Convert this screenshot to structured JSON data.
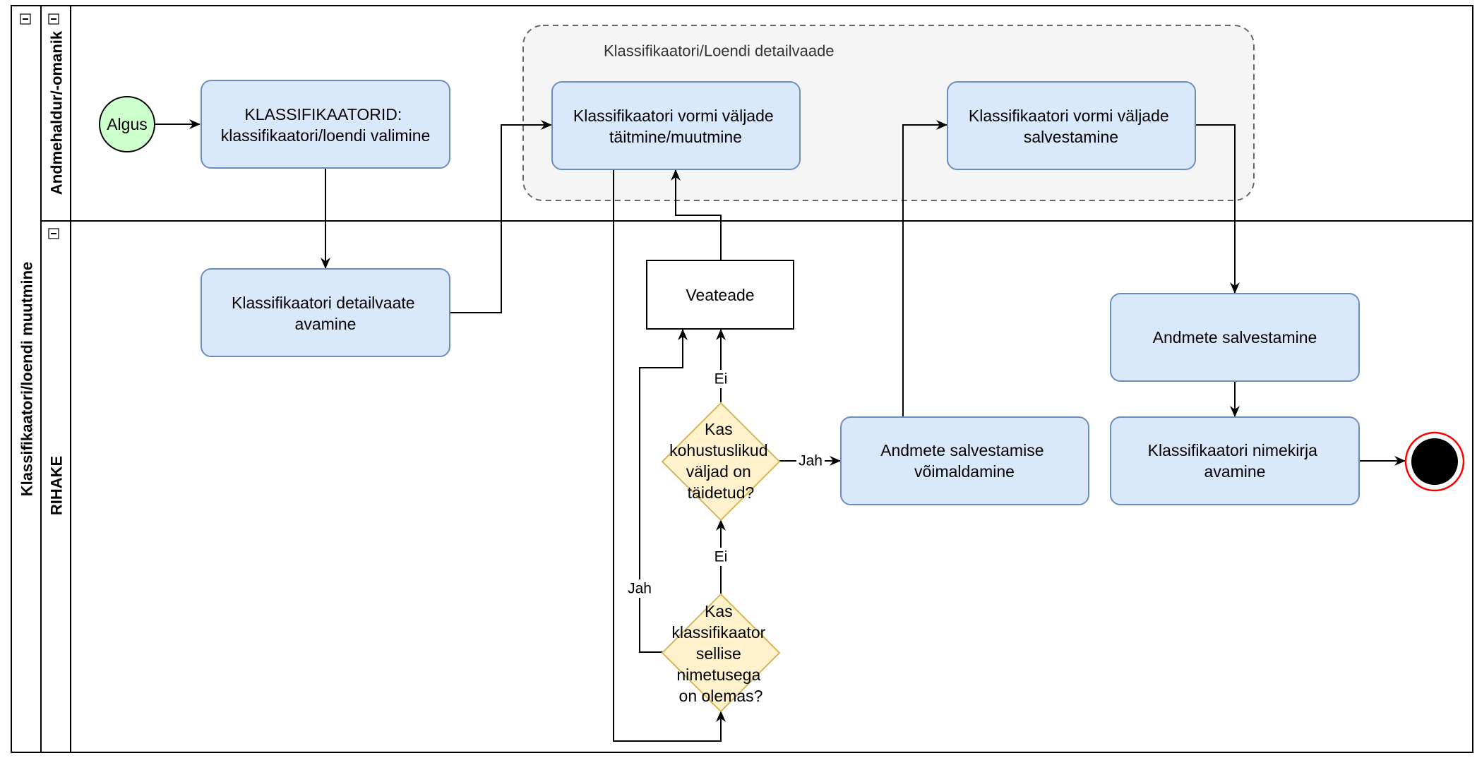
{
  "pool": {
    "title": "Klassifikaatori/loendi muutmine"
  },
  "lanes": [
    {
      "title": "Andmehaldur/-omanik"
    },
    {
      "title": "RIHAKE"
    }
  ],
  "group": {
    "title": "Klassifikaatori/Loendi detailvaade"
  },
  "start_event": {
    "label": "Algus"
  },
  "tasks": [
    {
      "id": "t1",
      "lines": [
        "KLASSIFIKAATORID:",
        "klassifikaatori/loendi valimine"
      ]
    },
    {
      "id": "t2",
      "lines": [
        "Klassifikaatori vormi väljade",
        "täitmine/muutmine"
      ]
    },
    {
      "id": "t3",
      "lines": [
        "Klassifikaatori vormi väljade",
        "salvestamine"
      ]
    },
    {
      "id": "t4",
      "lines": [
        "Klassifikaatori detailvaate",
        "avamine"
      ]
    },
    {
      "id": "t5",
      "lines": [
        "Veateade"
      ]
    },
    {
      "id": "t6",
      "lines": [
        "Andmete salvestamine"
      ]
    },
    {
      "id": "t7",
      "lines": [
        "Andmete salvestamise",
        "võimaldamine"
      ]
    },
    {
      "id": "t8",
      "lines": [
        "Klassifikaatori nimekirja",
        "avamine"
      ]
    }
  ],
  "gateways": [
    {
      "id": "g1",
      "lines": [
        "Kas",
        "kohustuslikud",
        "väljad on",
        "täidetud?"
      ]
    },
    {
      "id": "g2",
      "lines": [
        "Kas",
        "klassifikaator",
        "sellise",
        "nimetusega",
        "on olemas?"
      ]
    }
  ],
  "edge_labels": [
    {
      "id": "e-g1-no",
      "text": "Ei"
    },
    {
      "id": "e-g1-yes",
      "text": "Jah"
    },
    {
      "id": "e-g2-no",
      "text": "Ei"
    },
    {
      "id": "e-g2-yes",
      "text": "Jah"
    }
  ],
  "colors": {
    "task_fill": "#dae8fc",
    "task_stroke": "#6c8ebf",
    "gateway_fill": "#fff2cc",
    "gateway_stroke": "#d6b656",
    "start_fill": "#ccffcc",
    "end_stroke": "#ff0000",
    "group_fill": "#f5f5f5"
  }
}
